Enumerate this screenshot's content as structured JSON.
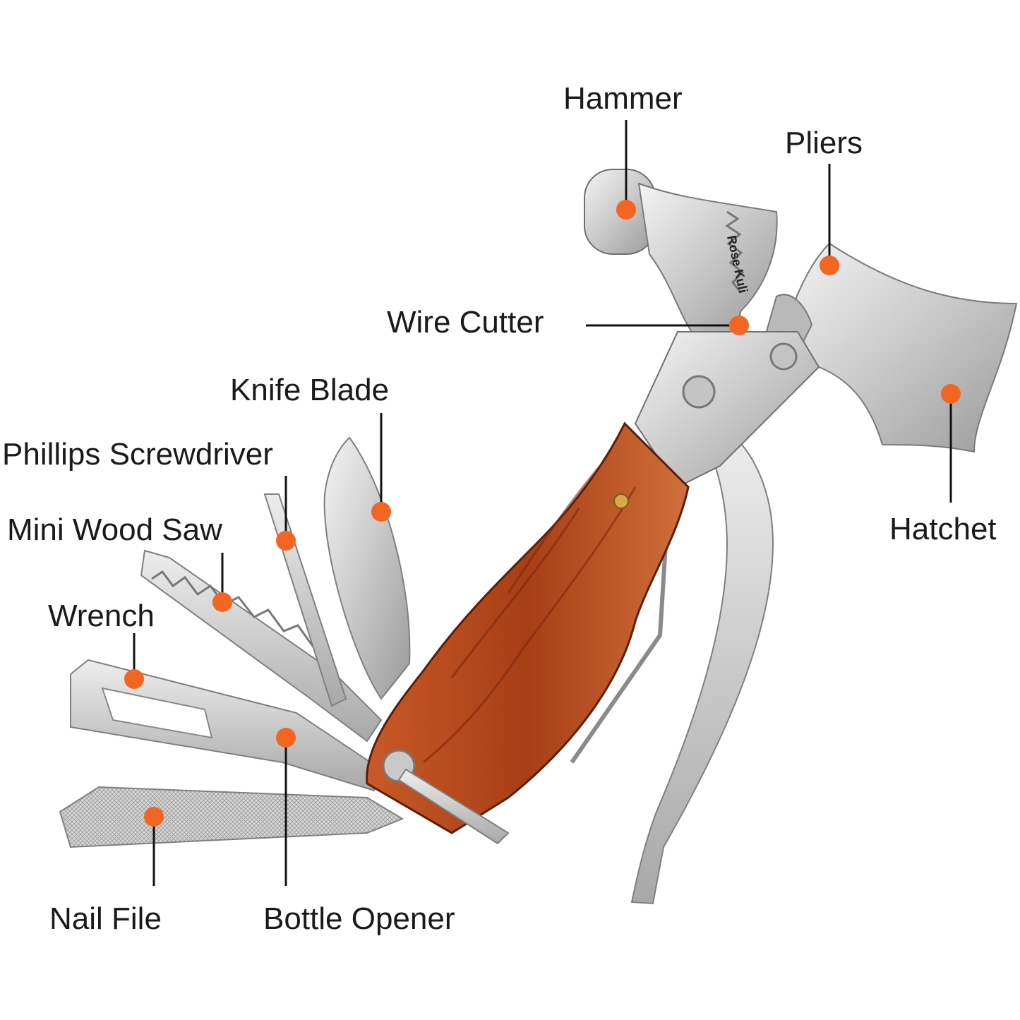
{
  "brand_engraving": "Rose Kuli",
  "colors": {
    "marker": "#f26522",
    "steel_light": "#e4e4e4",
    "steel_dark": "#8f8f8f",
    "wood": "#b5451c",
    "wood_dark": "#7a2a10"
  },
  "labels": {
    "hammer": "Hammer",
    "pliers": "Pliers",
    "wire_cutter": "Wire Cutter",
    "knife_blade": "Knife Blade",
    "phillips_screwdriver": "Phillips Screwdriver",
    "mini_wood_saw": "Mini Wood Saw",
    "wrench": "Wrench",
    "hatchet": "Hatchet",
    "nail_file": "Nail File",
    "bottle_opener": "Bottle Opener"
  }
}
